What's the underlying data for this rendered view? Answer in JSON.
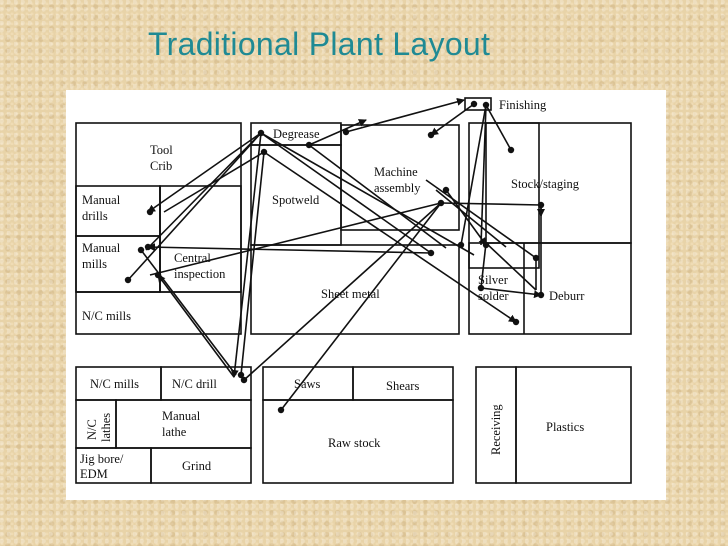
{
  "title": "Traditional Plant Layout",
  "labels": {
    "finishing": "Finishing",
    "degrease": "Degrease",
    "tool_crib_1": "Tool",
    "tool_crib_2": "Crib",
    "manual_drills_1": "Manual",
    "manual_drills_2": "drills",
    "manual_mills_1": "Manual",
    "manual_mills_2": "mills",
    "central_inspection_1": "Central",
    "central_inspection_2": "inspection",
    "nc_mills": "N/C mills",
    "spotweld": "Spotweld",
    "machine_assembly_1": "Machine",
    "machine_assembly_2": "assembly",
    "sheet_metal": "Sheet metal",
    "stock_staging": "Stock/staging",
    "silver_solder_1": "Silver",
    "silver_solder_2": "solder",
    "deburr": "Deburr",
    "nc_mills_2": "N/C mills",
    "nc_drill": "N/C drill",
    "saws": "Saws",
    "shears": "Shears",
    "nc_lathes_1": "N/C",
    "nc_lathes_2": "lathes",
    "manual_lathe_1": "Manual",
    "manual_lathe_2": "lathe",
    "jig_bore_1": "Jig bore/",
    "jig_bore_2": "EDM",
    "grind": "Grind",
    "raw_stock": "Raw stock",
    "receiving": "Receiving",
    "plastics": "Plastics"
  },
  "colors": {
    "title": "#1f8a94",
    "line": "#111111"
  }
}
